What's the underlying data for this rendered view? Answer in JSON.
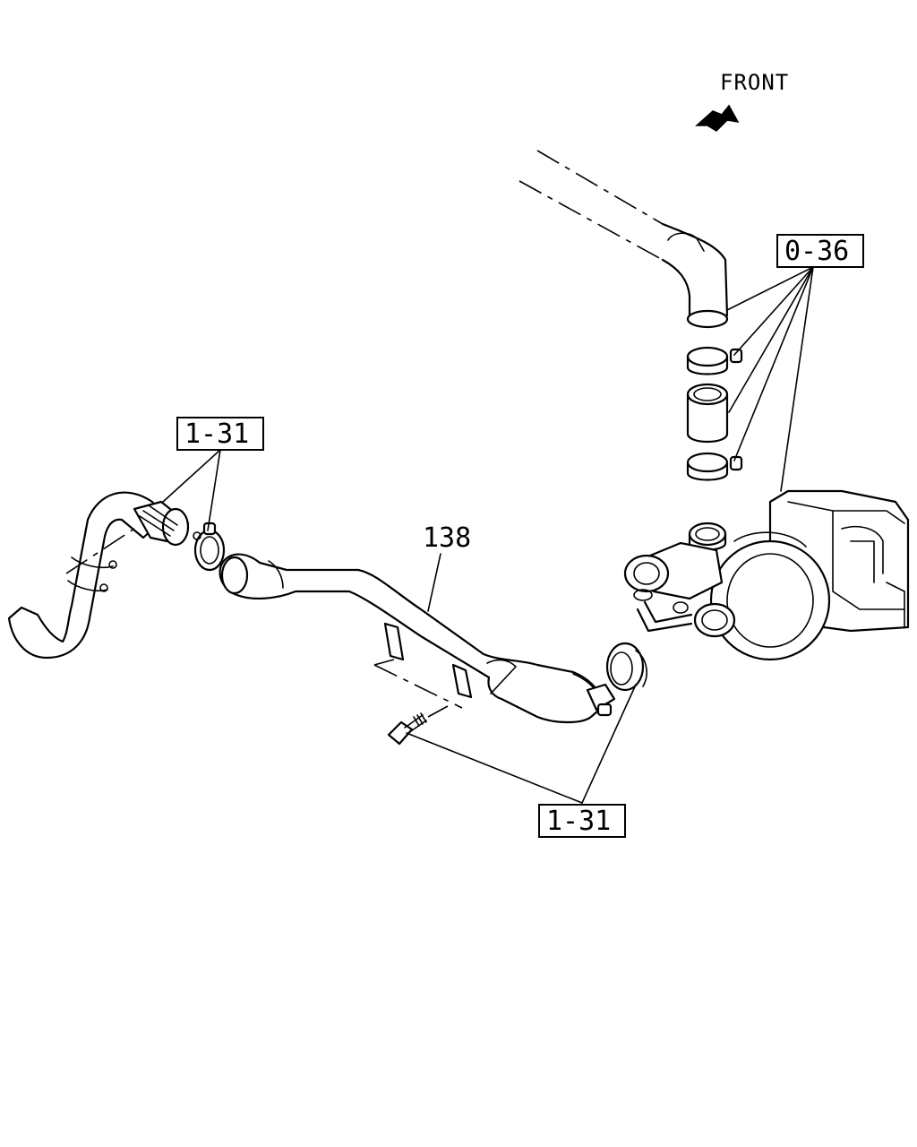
{
  "labels": {
    "front": "FRONT",
    "ref_top": "0-36",
    "ref_left": "1-31",
    "ref_bottom": "1-31",
    "part_number": "138"
  },
  "colors": {
    "ink": "#000000",
    "paper": "#ffffff"
  },
  "icons": {
    "front_arrow": "front-arrow-icon"
  }
}
